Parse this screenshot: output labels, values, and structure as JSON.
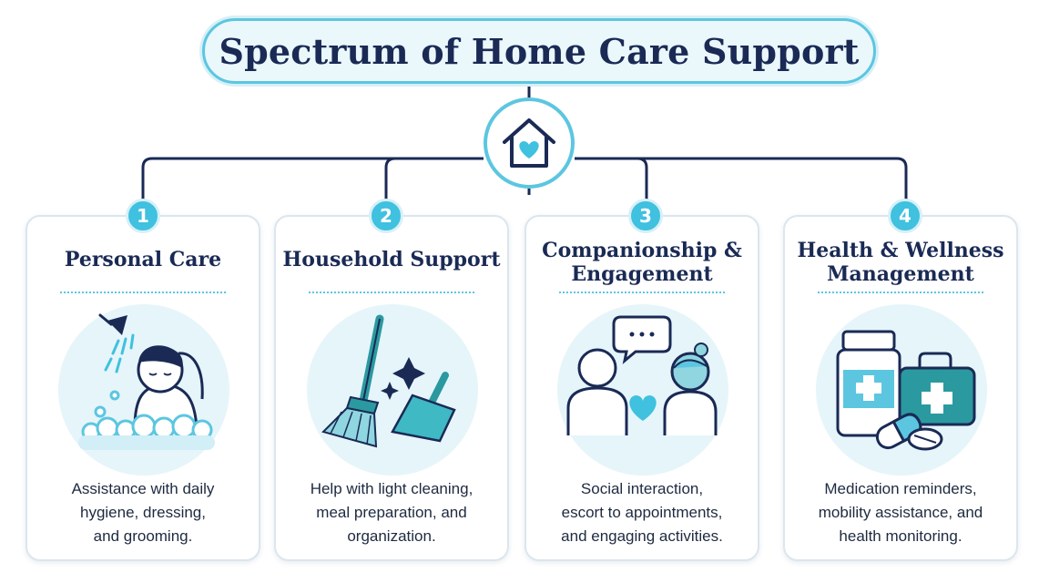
{
  "title": "Spectrum of Home Care Support",
  "hub_icon": "home-heart-icon",
  "colors": {
    "navy": "#1a2a55",
    "accent": "#3fc1df",
    "teal": "#2a9aa0",
    "light": "#e6f5fa"
  },
  "cards": [
    {
      "number": "1",
      "title": "Personal Care",
      "icon": "shower-bath-icon",
      "description": "Assistance with daily\nhygiene, dressing,\nand grooming."
    },
    {
      "number": "2",
      "title": "Household Support",
      "icon": "broom-dustpan-icon",
      "description": "Help with light cleaning,\nmeal preparation, and\norganization."
    },
    {
      "number": "3",
      "title": "Companionship &\nEngagement",
      "icon": "companions-chat-icon",
      "description": "Social interaction,\nescort to appointments,\nand engaging activities."
    },
    {
      "number": "4",
      "title": "Health & Wellness\nManagement",
      "icon": "medication-kit-icon",
      "description": "Medication reminders,\nmobility assistance, and\nhealth monitoring."
    }
  ]
}
